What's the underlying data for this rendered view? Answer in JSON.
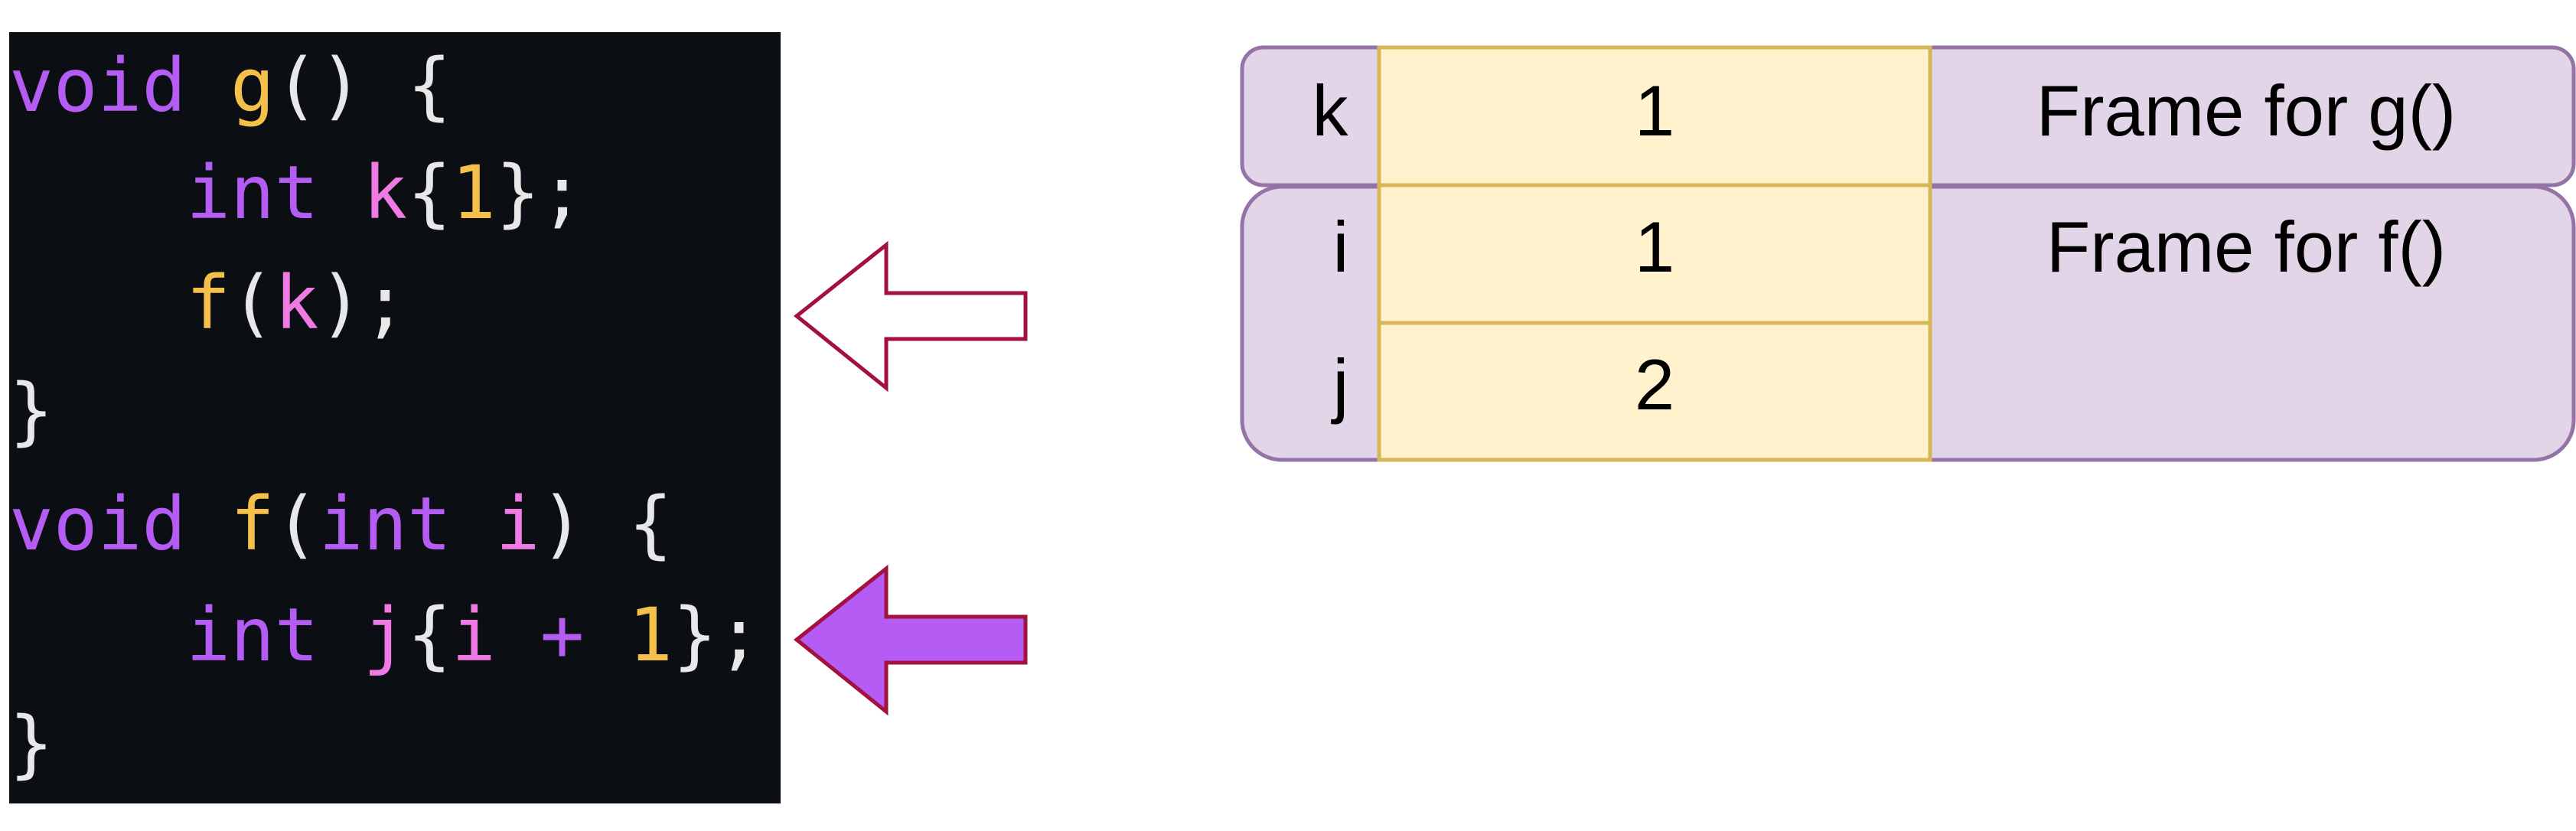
{
  "code": {
    "lines": [
      [
        {
          "text": "void",
          "role": "kw"
        },
        {
          "text": " ",
          "role": "p"
        },
        {
          "text": "g",
          "role": "fn"
        },
        {
          "text": "() {",
          "role": "p"
        }
      ],
      [
        {
          "text": "    ",
          "role": "p"
        },
        {
          "text": "int",
          "role": "kw"
        },
        {
          "text": " ",
          "role": "p"
        },
        {
          "text": "k",
          "role": "id"
        },
        {
          "text": "{",
          "role": "p"
        },
        {
          "text": "1",
          "role": "num"
        },
        {
          "text": "};",
          "role": "p"
        }
      ],
      [
        {
          "text": "    ",
          "role": "p"
        },
        {
          "text": "f",
          "role": "fn"
        },
        {
          "text": "(",
          "role": "p"
        },
        {
          "text": "k",
          "role": "id"
        },
        {
          "text": ");",
          "role": "p"
        }
      ],
      [
        {
          "text": "}",
          "role": "p"
        }
      ],
      [
        {
          "text": "void",
          "role": "kw"
        },
        {
          "text": " ",
          "role": "p"
        },
        {
          "text": "f",
          "role": "fn"
        },
        {
          "text": "(",
          "role": "p"
        },
        {
          "text": "int",
          "role": "kw"
        },
        {
          "text": " ",
          "role": "p"
        },
        {
          "text": "i",
          "role": "id"
        },
        {
          "text": ") {",
          "role": "p"
        }
      ],
      [
        {
          "text": "    ",
          "role": "p"
        },
        {
          "text": "int",
          "role": "kw"
        },
        {
          "text": " ",
          "role": "p"
        },
        {
          "text": "j",
          "role": "id"
        },
        {
          "text": "{",
          "role": "p"
        },
        {
          "text": "i",
          "role": "id"
        },
        {
          "text": " ",
          "role": "p"
        },
        {
          "text": "+",
          "role": "op"
        },
        {
          "text": " ",
          "role": "p"
        },
        {
          "text": "1",
          "role": "num"
        },
        {
          "text": "};",
          "role": "p"
        }
      ],
      [
        {
          "text": "}",
          "role": "p"
        }
      ]
    ]
  },
  "arrows": {
    "call_line_arrow": {
      "style": "outline",
      "stroke": "#a3123f",
      "fill": "#ffffff"
    },
    "current_line_arrow": {
      "style": "filled",
      "stroke": "#a3123f",
      "fill": "#b55cf5"
    }
  },
  "stack": {
    "frames": [
      {
        "label": "Frame for g()",
        "vars": [
          {
            "name": "k",
            "value": "1"
          }
        ]
      },
      {
        "label": "Frame for f()",
        "vars": [
          {
            "name": "i",
            "value": "1"
          },
          {
            "name": "j",
            "value": "2"
          }
        ]
      }
    ]
  },
  "colors": {
    "code_bg": "#0b0f14",
    "frame_fill": "#e1d5e7",
    "frame_stroke": "#9673a6",
    "cell_fill": "#fff2cc",
    "cell_stroke": "#d6b656"
  }
}
